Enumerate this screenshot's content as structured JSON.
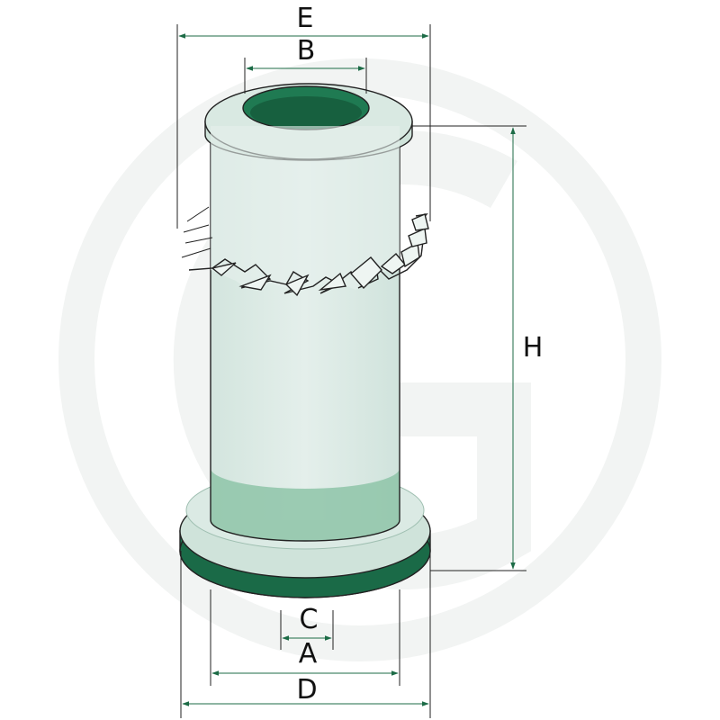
{
  "labels": {
    "E": "E",
    "B": "B",
    "H": "H",
    "C": "C",
    "A": "A",
    "D": "D"
  },
  "colors": {
    "background": "#ffffff",
    "watermark": "#f1f3f2",
    "body_fill": "#dbe9e4",
    "body_fill_light": "#e6f0ec",
    "band_fill": "#8ec4a8",
    "seal_green": "#1f7a52",
    "seal_dark": "#17603f",
    "dim_line": "#1c6b46",
    "outline": "#222222"
  },
  "icons": {
    "watermark": "brand-logo-watermark",
    "label": "wrap-around-label"
  }
}
